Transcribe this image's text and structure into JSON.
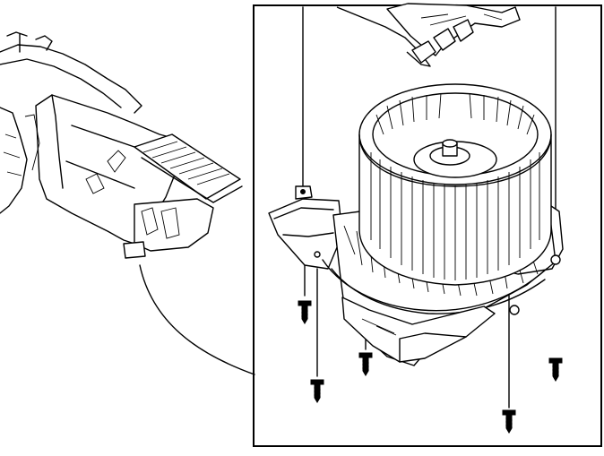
{
  "diagram": {
    "subject": "blower-motor-removal",
    "parts": [
      {
        "id": "dashboard-hvac-housing",
        "icon": "housing-icon"
      },
      {
        "id": "blower-fan-wheel",
        "icon": "fan-icon"
      },
      {
        "id": "blower-motor-housing",
        "icon": "motor-housing-icon"
      },
      {
        "id": "mounting-bracket",
        "icon": "bracket-icon"
      },
      {
        "id": "wiring-connector",
        "icon": "connector-icon"
      },
      {
        "id": "mounting-screw",
        "icon": "screw-icon",
        "count": 5
      }
    ],
    "colors": {
      "line": "#000000",
      "background": "#ffffff",
      "shade": "#e6e6e6"
    }
  }
}
